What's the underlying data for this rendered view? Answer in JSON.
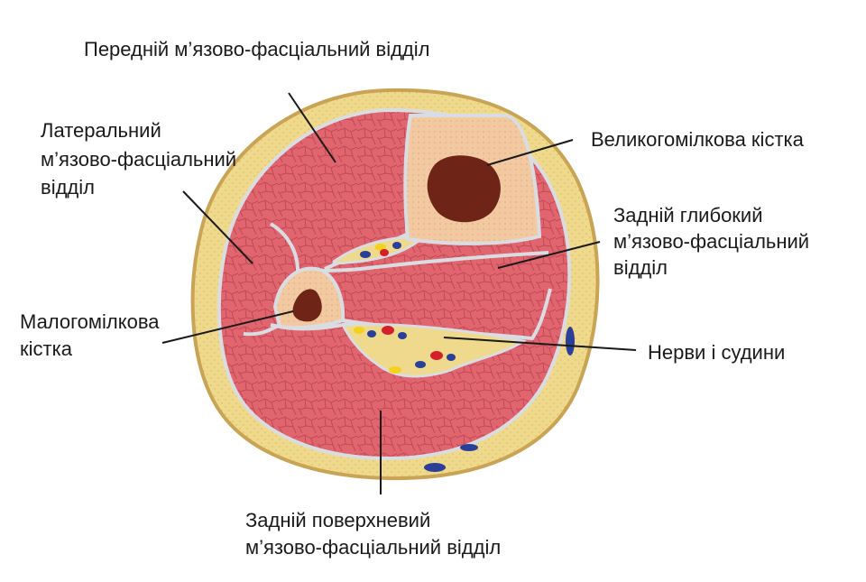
{
  "title": "Cross-section of the lower leg (muscle-fascial compartments)",
  "labels": {
    "anterior": "Передній м’язово-фасціальний відділ",
    "lateral_1": "Латеральний",
    "lateral_2": "м’язово-фасціальний",
    "lateral_3": "відділ",
    "tibia": "Великогомілкова кістка",
    "deep_posterior_1": "Задній глибокий",
    "deep_posterior_2": "м’язово-фасціальний",
    "deep_posterior_3": "відділ",
    "fibula_1": "Малогомілкова",
    "fibula_2": "кістка",
    "nerves_vessels": "Нерви і судини",
    "superficial_posterior_1": "Задній поверхневий",
    "superficial_posterior_2": "м’язово-фасціальний відділ"
  },
  "colors": {
    "fat": "#efd98c",
    "fat_border": "#c9a455",
    "muscle": "#e0656f",
    "septum": "#d9dde2",
    "bone": "#f2c9a1",
    "marrow": "#6e2416",
    "vein": "#2a3f9a",
    "artery": "#d3202a",
    "nerve": "#f4d21c"
  }
}
